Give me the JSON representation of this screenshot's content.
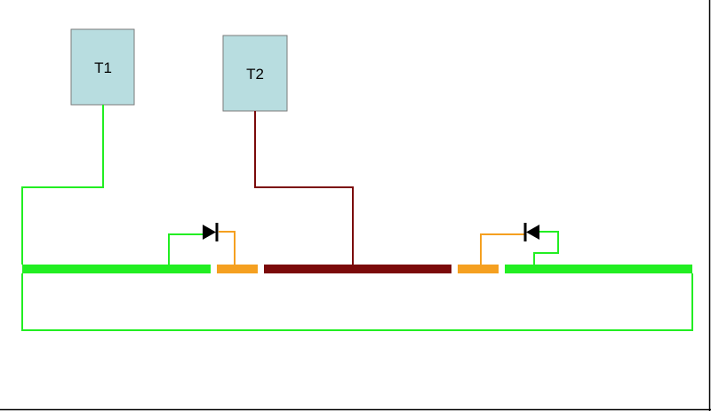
{
  "terminals": [
    {
      "id": "t1",
      "label": "T1"
    },
    {
      "id": "t2",
      "label": "T2"
    }
  ],
  "colors": {
    "background": "#ffffff",
    "terminal_fill": "#b8dde0",
    "terminal_stroke": "#7a7a7a",
    "green_wire": "#22ee22",
    "dark_red_wire": "#7b0a0a",
    "orange_wire": "#f5a020",
    "diode": "#000000",
    "frame": "#000000"
  },
  "icons": {
    "left_diode": "diode-icon",
    "right_diode": "diode-icon"
  }
}
